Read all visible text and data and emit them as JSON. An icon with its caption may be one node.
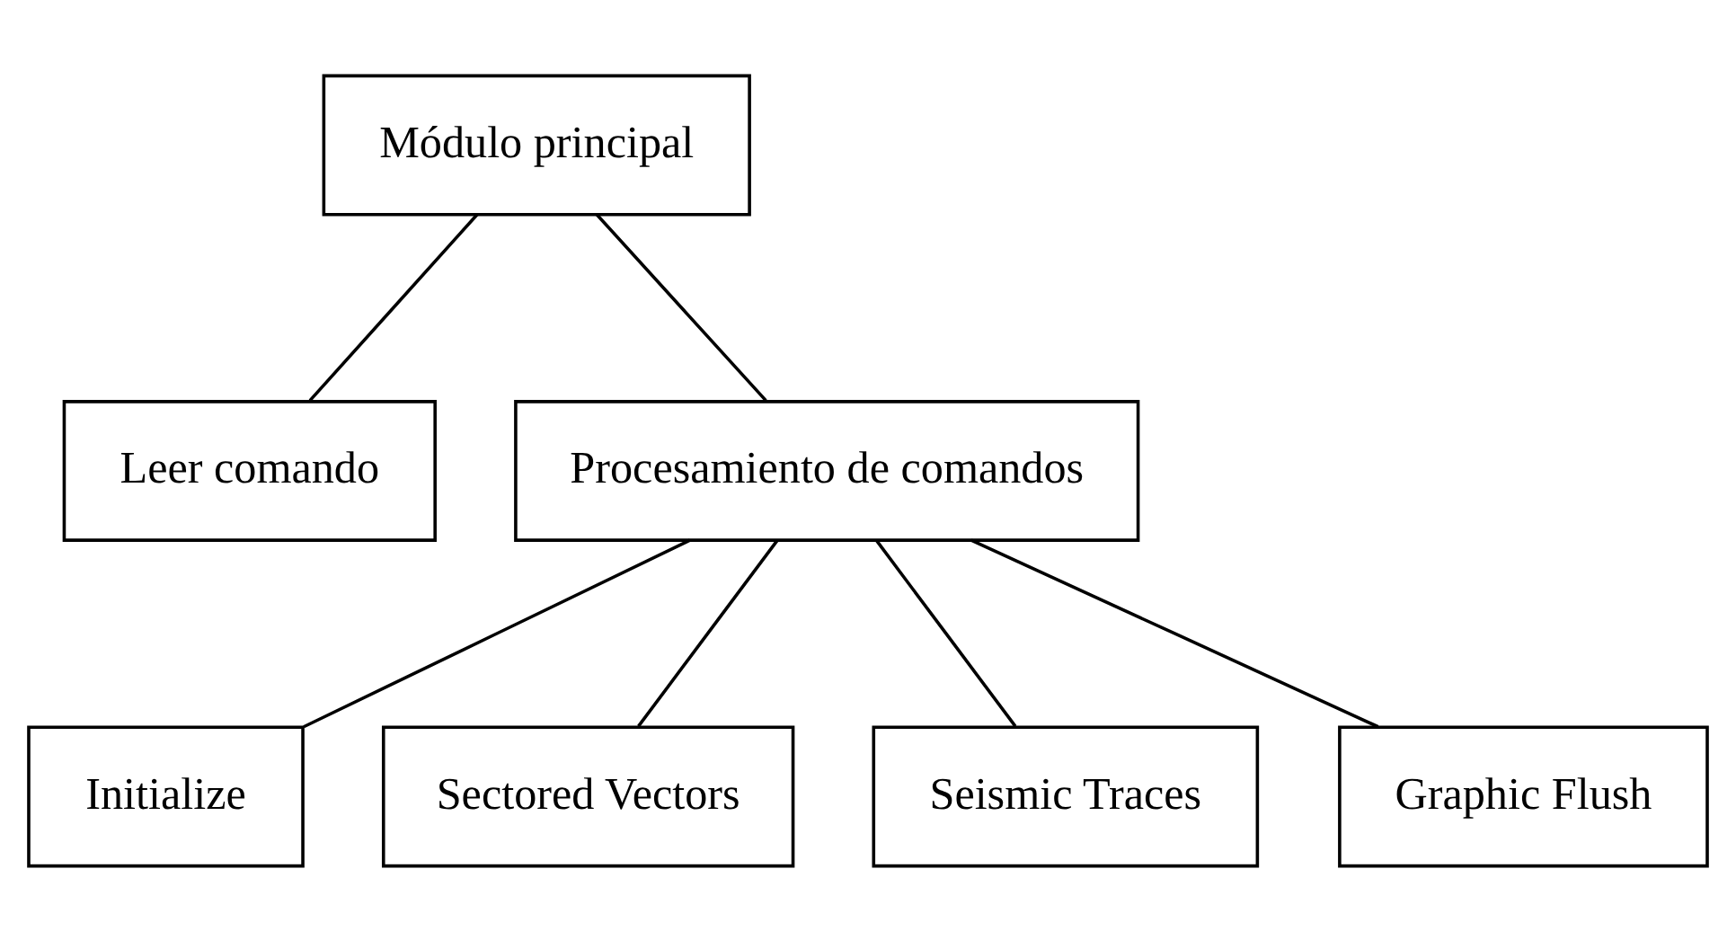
{
  "diagram": {
    "nodes": [
      {
        "text": [
          "Módulo principal"
        ]
      },
      {
        "text": [
          "Leer comando"
        ]
      },
      {
        "text": [
          "Procesamiento de comandos"
        ]
      },
      {
        "text": [
          "Initialize"
        ]
      },
      {
        "text": [
          "Sectored Vectors"
        ]
      },
      {
        "text": [
          "Seismic Traces"
        ]
      },
      {
        "text": [
          "Graphic Flush"
        ]
      }
    ],
    "edges": [
      {
        "from": 0,
        "to": 1,
        "arrow": "none"
      },
      {
        "from": 0,
        "to": 2,
        "arrow": "none"
      },
      {
        "from": 2,
        "to": 3,
        "arrow": "none"
      },
      {
        "from": 2,
        "to": 4,
        "arrow": "none"
      },
      {
        "from": 2,
        "to": 5,
        "arrow": "none"
      },
      {
        "from": 2,
        "to": 6,
        "arrow": "none"
      }
    ]
  }
}
